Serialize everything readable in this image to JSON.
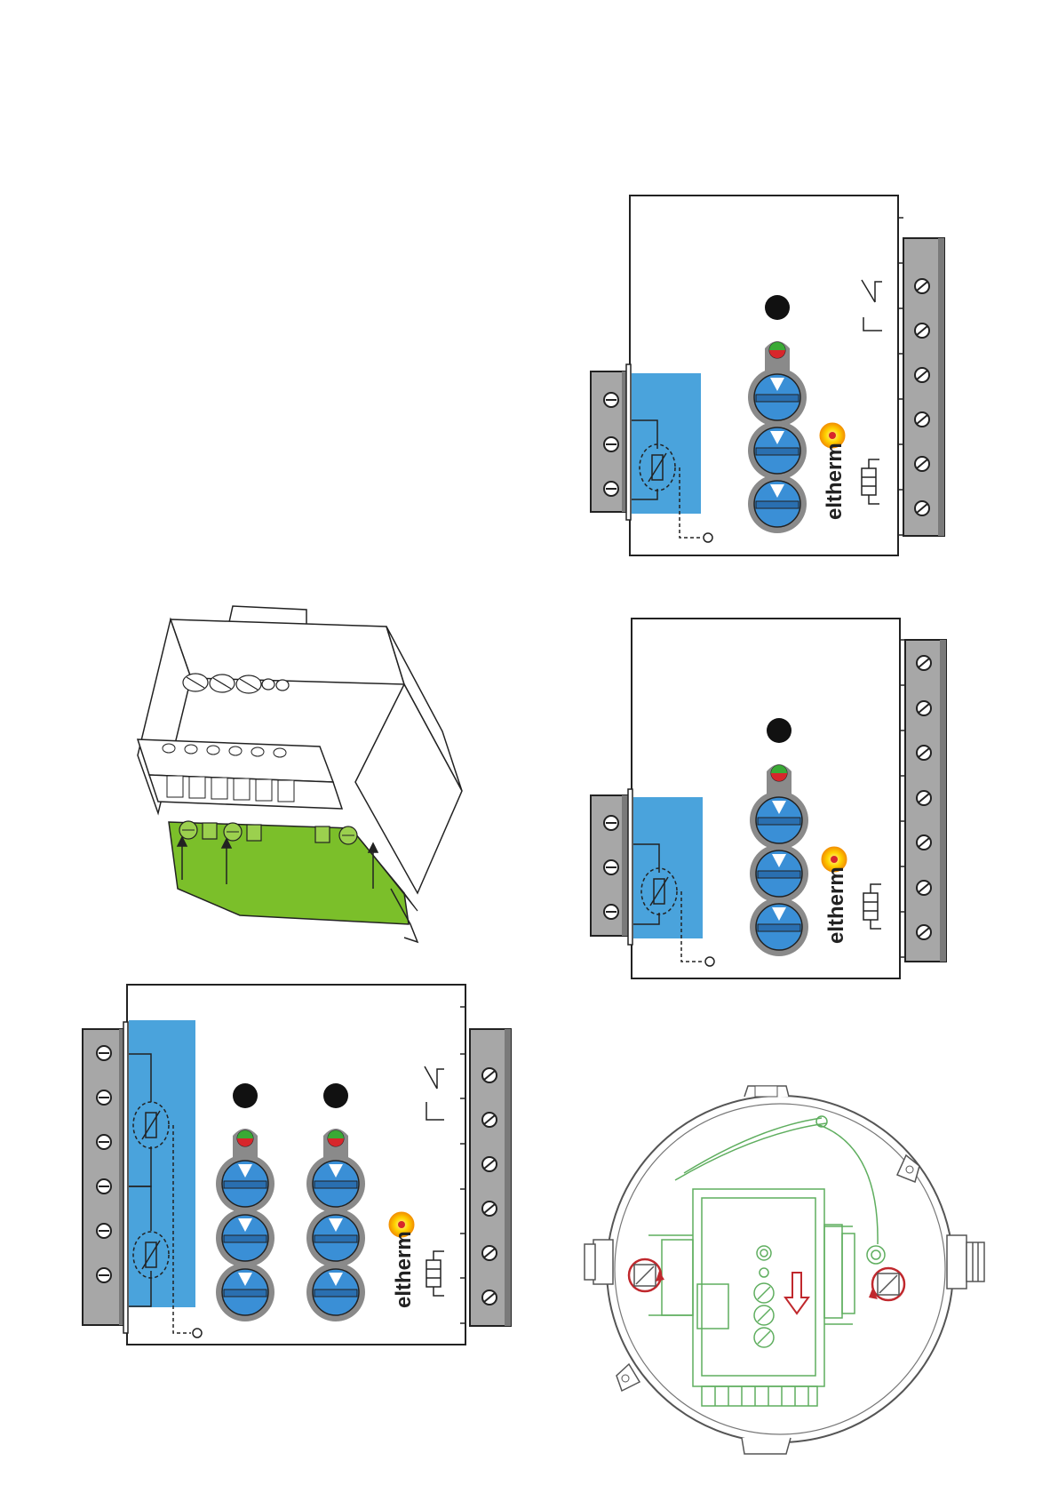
{
  "brand": {
    "logo_text": "eltherm",
    "registered_mark": "®"
  },
  "colors": {
    "sensor_area": "#4aa3dc",
    "terminal_rail": "#a7a7a7",
    "dial": "#3a8fd6",
    "dial_ring": "#8a8a8a",
    "module_green": "#7bbf2a",
    "outline_green": "#5fae5f",
    "arrow_red": "#c0282d",
    "led_red": "#d7262b",
    "led_green": "#3aaa35",
    "logo_orange": "#f39200",
    "logo_yellow": "#ffd200"
  },
  "figures": [
    {
      "id": "double-controller",
      "dials": 6,
      "leds": 2,
      "sensors": 2,
      "left_terminals": 6,
      "right_terminals": 6,
      "relay_contacts": 1
    },
    {
      "id": "module-assembly-3d",
      "connectors": 6,
      "insert_arrows": 3
    },
    {
      "id": "single-controller-relay",
      "dials": 3,
      "leds": 1,
      "sensors": 1,
      "left_terminals": 3,
      "right_terminals": 6,
      "relay_contacts": 1
    },
    {
      "id": "single-controller",
      "dials": 3,
      "leds": 1,
      "sensors": 1,
      "left_terminals": 3,
      "right_terminals": 7,
      "relay_contacts": 0
    },
    {
      "id": "enclosure-mounting",
      "rotation_arrows": 2,
      "direction_arrows": 1
    }
  ]
}
